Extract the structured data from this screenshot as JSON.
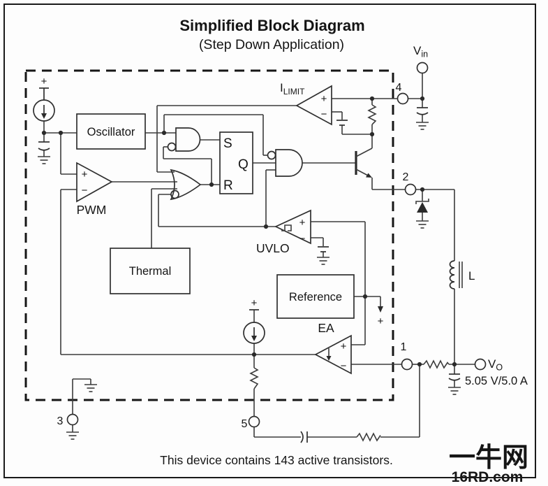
{
  "title": "Simplified Block Diagram",
  "subtitle": "(Step Down Application)",
  "note": "This device contains 143 active transistors.",
  "blocks": {
    "oscillator": "Oscillator",
    "thermal": "Thermal",
    "reference": "Reference"
  },
  "amplifiers": {
    "pwm": "PWM",
    "uvlo": "UVLO",
    "ea": "EA",
    "ilimit_base": "I",
    "ilimit_sub": "LIMIT"
  },
  "latch": {
    "set": "S",
    "output": "Q",
    "reset": "R"
  },
  "pins": {
    "p1": "1",
    "p2": "2",
    "p3": "3",
    "p4": "4",
    "p5": "5"
  },
  "terminals": {
    "vin_base": "V",
    "vin_sub": "in",
    "vout_base": "V",
    "vout_sub": "O",
    "output_spec": "5.05 V/5.0 A",
    "inductor": "L"
  },
  "signs": {
    "plus": "+",
    "minus": "−"
  },
  "watermark": {
    "line1": "一牛网",
    "line2": "16RD.com"
  },
  "colors": {
    "line": "#3c3c3c",
    "text": "#151515",
    "watermark": "#eaeaea"
  }
}
